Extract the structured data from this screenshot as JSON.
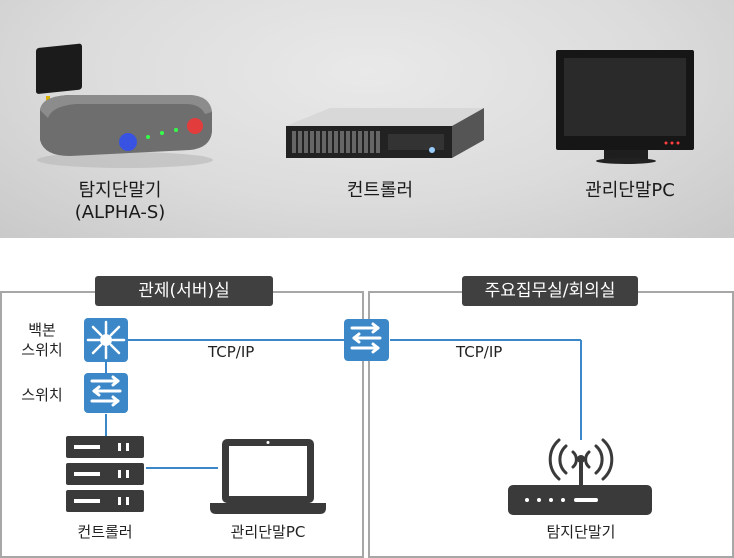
{
  "devices_top": [
    {
      "name": "탐지단말기",
      "sub": "(ALPHA-S)",
      "brand": "ALPHA-S"
    },
    {
      "name": "컨트롤러"
    },
    {
      "name": "관리단말PC"
    }
  ],
  "panels": {
    "left": {
      "title": "관제(서버)실"
    },
    "right": {
      "title": "주요집무실/회의실"
    }
  },
  "diagram": {
    "backbone_label": [
      "백본",
      "스위치"
    ],
    "switch_label": "스위치",
    "controller_label": "컨트롤러",
    "pc_label": "관리단말PC",
    "link_left_label": "TCP/IP",
    "link_right_label": "TCP/IP",
    "detector_label": "탐지단말기"
  },
  "colors": {
    "accent_blue": "#3b87c8",
    "panel_title_bg": "#404040",
    "panel_border": "#a7a7a7",
    "icon_dark": "#3a3a3a"
  }
}
